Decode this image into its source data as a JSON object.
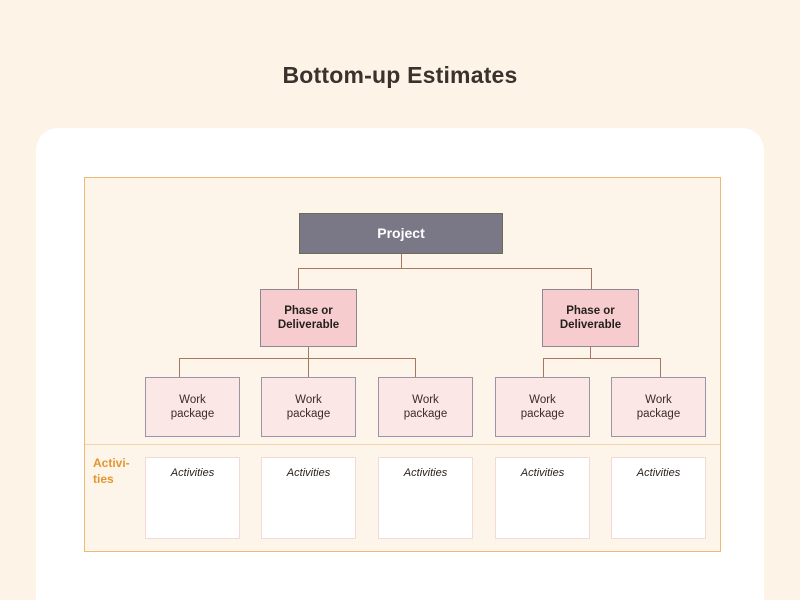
{
  "page": {
    "title": "Bottom-up Estimates",
    "background_color": "#fdf3e7",
    "card_color": "#ffffff",
    "panel_color": "#fdf5ea",
    "panel_border_color": "#eeb878",
    "connector_color": "#a9775f",
    "accent_color": "#e5952f"
  },
  "chart_data": {
    "type": "diagram",
    "subtype": "work-breakdown-structure",
    "title": "Bottom-up Estimates",
    "levels": [
      "Project",
      "Phase or Deliverable",
      "Work package",
      "Activities"
    ],
    "root": {
      "label": "Project",
      "fill": "#7a7787",
      "text_color": "#ffffff"
    },
    "phases": [
      {
        "label": "Phase or Deliverable",
        "fill": "#f6ccce",
        "work_package_count": 3
      },
      {
        "label": "Phase or Deliverable",
        "fill": "#f6ccce",
        "work_package_count": 2
      }
    ],
    "work_packages": [
      {
        "label": "Work package",
        "fill": "#fbe7e6",
        "parent": 0
      },
      {
        "label": "Work package",
        "fill": "#fbe7e6",
        "parent": 0
      },
      {
        "label": "Work package",
        "fill": "#fbe7e6",
        "parent": 0
      },
      {
        "label": "Work package",
        "fill": "#fbe7e6",
        "parent": 1
      },
      {
        "label": "Work package",
        "fill": "#fbe7e6",
        "parent": 1
      }
    ],
    "activities_row": {
      "row_label": "Activi-\nties",
      "row_label_color": "#e5952f",
      "boxes": [
        {
          "label": "Activities"
        },
        {
          "label": "Activities"
        },
        {
          "label": "Activities"
        },
        {
          "label": "Activities"
        },
        {
          "label": "Activities"
        }
      ]
    }
  },
  "diagram": {
    "project": {
      "label": "Project"
    },
    "phases": [
      {
        "label": "Phase or\nDeliverable"
      },
      {
        "label": "Phase or\nDeliverable"
      }
    ],
    "work_packages": [
      {
        "label": "Work\npackage"
      },
      {
        "label": "Work\npackage"
      },
      {
        "label": "Work\npackage"
      },
      {
        "label": "Work\npackage"
      },
      {
        "label": "Work\npackage"
      }
    ],
    "activities": {
      "label": "Activi-\nties",
      "boxes": [
        {
          "label": "Activities"
        },
        {
          "label": "Activities"
        },
        {
          "label": "Activities"
        },
        {
          "label": "Activities"
        },
        {
          "label": "Activities"
        }
      ]
    }
  }
}
